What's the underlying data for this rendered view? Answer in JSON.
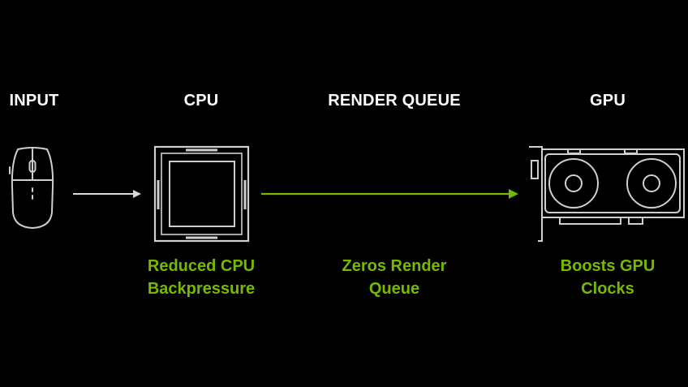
{
  "stages": [
    {
      "id": "input",
      "heading": "INPUT",
      "caption_lines": []
    },
    {
      "id": "cpu",
      "heading": "CPU",
      "caption_lines": [
        "Reduced CPU",
        "Backpressure"
      ]
    },
    {
      "id": "render_queue",
      "heading": "RENDER QUEUE",
      "caption_lines": [
        "Zeros Render",
        "Queue"
      ]
    },
    {
      "id": "gpu",
      "heading": "GPU",
      "caption_lines": [
        "Boosts GPU",
        "Clocks"
      ]
    }
  ],
  "icons": {
    "input": "mouse-icon",
    "cpu": "cpu-chip-icon",
    "gpu": "graphics-card-icon"
  },
  "colors": {
    "background": "#000000",
    "heading": "#ffffff",
    "accent": "#76b900",
    "icon_stroke": "#cfcfcf",
    "white_arrow": "#d9d9d9"
  }
}
